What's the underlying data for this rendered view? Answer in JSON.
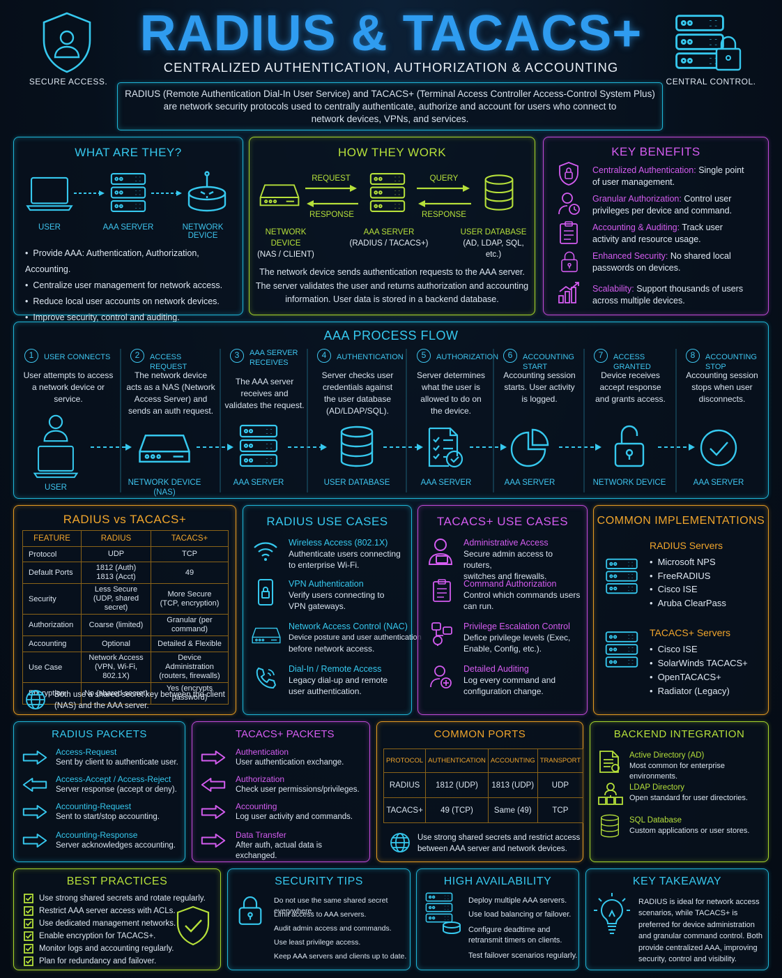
{
  "header": {
    "title": "RADIUS & TACACS+",
    "subtitle": "CENTRALIZED AUTHENTICATION, AUTHORIZATION & ACCOUNTING",
    "left_caption": "SECURE ACCESS.",
    "right_caption": "CENTRAL CONTROL.",
    "intro_line1": "RADIUS (Remote Authentication Dial-In User Service) and TACACS+ (Terminal Access Controller Access-Control System Plus)",
    "intro_line2": "are network security protocols used to centrally authenticate, authorize and account for users who connect to",
    "intro_line3": "network devices, VPNs, and services."
  },
  "what": {
    "title": "WHAT ARE THEY?",
    "labels": [
      "USER",
      "AAA SERVER",
      "NETWORK DEVICE"
    ],
    "bullets": [
      "Provide AAA: Authentication, Authorization, Accounting.",
      "Centralize user management for network access.",
      "Reduce local user accounts on network devices.",
      "Improve security, control and auditing."
    ]
  },
  "how": {
    "title": "HOW THEY WORK",
    "request": "REQUEST",
    "response1": "RESPONSE",
    "query": "QUERY",
    "response2": "RESPONSE",
    "nd": "NETWORK DEVICE",
    "nd_sub": "(NAS / CLIENT)",
    "aaa": "AAA SERVER",
    "aaa_sub": "(RADIUS / TACACS+)",
    "db": "USER DATABASE",
    "db_sub": "(AD, LDAP, SQL, etc.)",
    "desc1": "The network device sends authentication requests to the AAA server.",
    "desc2": "The server validates the user and returns authorization and accounting",
    "desc3": "information. User data is stored in a backend database."
  },
  "benefits": {
    "title": "KEY BENEFITS",
    "items": [
      {
        "h": "Centralized Authentication:",
        "d1": " Single point",
        "d2": "of user management."
      },
      {
        "h": "Granular Authorization:",
        "d1": " Control user",
        "d2": "privileges per device and command."
      },
      {
        "h": "Accounting & Auditing:",
        "d1": " Track user",
        "d2": "activity and resource usage."
      },
      {
        "h": "Enhanced Security:",
        "d1": " No shared local",
        "d2": "passwords on devices."
      },
      {
        "h": "Scalability:",
        "d1": " Support thousands of users",
        "d2": "across multiple devices."
      }
    ]
  },
  "flow": {
    "title": "AAA PROCESS FLOW",
    "steps": [
      {
        "n": "1",
        "h": "USER CONNECTS",
        "h2": "",
        "d": [
          "User attempts to access",
          "a network device or",
          "service."
        ],
        "lbl": "USER",
        "lbl2": ""
      },
      {
        "n": "2",
        "h": "ACCESS REQUEST",
        "h2": "",
        "d": [
          "The network device",
          "acts as a NAS (Network",
          "Access Server) and",
          "sends an auth request."
        ],
        "lbl": "NETWORK DEVICE",
        "lbl2": "(NAS)"
      },
      {
        "n": "3",
        "h": "AAA SERVER",
        "h2": "RECEIVES",
        "d": [
          "The AAA server",
          "receives and",
          "validates the request."
        ],
        "lbl": "AAA SERVER",
        "lbl2": ""
      },
      {
        "n": "4",
        "h": "AUTHENTICATION",
        "h2": "",
        "d": [
          "Server checks user",
          "credentials against",
          "the user database",
          "(AD/LDAP/SQL)."
        ],
        "lbl": "USER DATABASE",
        "lbl2": ""
      },
      {
        "n": "5",
        "h": "AUTHORIZATION",
        "h2": "",
        "d": [
          "Server determines",
          "what the user is",
          "allowed to do on",
          "the device."
        ],
        "lbl": "AAA SERVER",
        "lbl2": ""
      },
      {
        "n": "6",
        "h": "ACCOUNTING START",
        "h2": "",
        "d": [
          "Accounting session",
          "starts. User activity",
          "is logged."
        ],
        "lbl": "AAA SERVER",
        "lbl2": ""
      },
      {
        "n": "7",
        "h": "ACCESS GRANTED",
        "h2": "",
        "d": [
          "Device receives",
          "accept response",
          "and grants access."
        ],
        "lbl": "NETWORK DEVICE",
        "lbl2": ""
      },
      {
        "n": "8",
        "h": "ACCOUNTING STOP",
        "h2": "",
        "d": [
          "Accounting session",
          "stops when user",
          "disconnects."
        ],
        "lbl": "AAA SERVER",
        "lbl2": ""
      }
    ]
  },
  "compare": {
    "title": "RADIUS vs TACACS+",
    "headers": [
      "FEATURE",
      "RADIUS",
      "TACACS+"
    ],
    "rows": [
      [
        "Protocol",
        "UDP",
        "",
        "TCP",
        ""
      ],
      [
        "Default Ports",
        "1812 (Auth)",
        "1813 (Acct)",
        "49",
        ""
      ],
      [
        "Security",
        "Less Secure",
        "(UDP, shared secret)",
        "More Secure",
        "(TCP, encryption)"
      ],
      [
        "Authorization",
        "Coarse (limited)",
        "",
        "Granular (per command)",
        ""
      ],
      [
        "Accounting",
        "Optional",
        "",
        "Detailed & Flexible",
        ""
      ],
      [
        "Use Case",
        "Network Access",
        "(VPN, Wi-Fi, 802.1X)",
        "Device Administration",
        "(routers, firewalls)"
      ],
      [
        "Encryption",
        "No (shared secret)",
        "",
        "Yes (encrypts password)",
        ""
      ]
    ],
    "note1": "Both use a shared secret key between the client",
    "note2": "(NAS) and the AAA server."
  },
  "radius_uc": {
    "title": "RADIUS USE CASES",
    "items": [
      {
        "h": "Wireless Access (802.1X)",
        "d1": "Authenticate users connecting",
        "d2": "to enterprise Wi-Fi."
      },
      {
        "h": "VPN Authentication",
        "d1": "Verify users connecting to",
        "d2": "VPN gateways."
      },
      {
        "h": "Network Access Control (NAC)",
        "d1": "Device posture and user authentication",
        "d2": "before network access."
      },
      {
        "h": "Dial-In / Remote Access",
        "d1": "Legacy dial-up and remote",
        "d2": "user authentication."
      }
    ]
  },
  "tacacs_uc": {
    "title": "TACACS+ USE CASES",
    "items": [
      {
        "h": "Administrative Access",
        "d1": "Secure admin access to routers,",
        "d2": "switches and firewalls."
      },
      {
        "h": "Command Authorization",
        "d1": "Control which commands users",
        "d2": "can run."
      },
      {
        "h": "Privilege Escalation Control",
        "d1": "Defice privilege levels (Exec,",
        "d2": "Enable, Config, etc.)."
      },
      {
        "h": "Detailed Auditing",
        "d1": "Log every command and",
        "d2": "configuration change."
      }
    ]
  },
  "impl": {
    "title": "COMMON IMPLEMENTATIONS",
    "radius_h": "RADIUS Servers",
    "radius": [
      "Microsoft NPS",
      "FreeRADIUS",
      "Cisco ISE",
      "Aruba ClearPass"
    ],
    "tacacs_h": "TACACS+ Servers",
    "tacacs": [
      "Cisco ISE",
      "SolarWinds TACACS+",
      "OpenTACACS+",
      "Radiator (Legacy)"
    ]
  },
  "rpk": {
    "title": "RADIUS PACKETS",
    "items": [
      {
        "h": "Access-Request",
        "d": "Sent by client to authenticate user."
      },
      {
        "h": "Access-Accept / Access-Reject",
        "d": "Server response (accept or deny)."
      },
      {
        "h": "Accounting-Request",
        "d": "Sent to start/stop accounting."
      },
      {
        "h": "Accounting-Response",
        "d": "Server acknowledges accounting."
      }
    ]
  },
  "tpk": {
    "title": "TACACS+ PACKETS",
    "items": [
      {
        "h": "Authentication",
        "d": "User authentication exchange."
      },
      {
        "h": "Authorization",
        "d": "Check user permissions/privileges."
      },
      {
        "h": "Accounting",
        "d": "Log user activity and commands."
      },
      {
        "h": "Data Transfer",
        "d": "After auth, actual data is exchanged."
      }
    ]
  },
  "ports": {
    "title": "COMMON PORTS",
    "headers": [
      "PROTOCOL",
      "AUTHENTICATION",
      "ACCOUNTING",
      "TRANSPORT"
    ],
    "rows": [
      [
        "RADIUS",
        "1812 (UDP)",
        "1813 (UDP)",
        "UDP"
      ],
      [
        "TACACS+",
        "49 (TCP)",
        "Same (49)",
        "TCP"
      ]
    ],
    "note1": "Use strong shared secrets and restrict access",
    "note2": "between AAA server and network devices."
  },
  "backend": {
    "title": "BACKEND INTEGRATION",
    "items": [
      {
        "h": "Active Directory (AD)",
        "d": "Most common for enterprise environments."
      },
      {
        "h": "LDAP Directory",
        "d": "Open standard for user directories."
      },
      {
        "h": "SQL Database",
        "d": "Custom applications or user stores."
      }
    ]
  },
  "best": {
    "title": "BEST PRACTICES",
    "items": [
      "Use strong shared secrets and rotate regularly.",
      "Restrict AAA server access with ACLs.",
      "Use dedicated management networks.",
      "Enable encryption for TACACS+.",
      "Monitor logs and accounting regularly.",
      "Plan for redundancy and failover."
    ]
  },
  "tips": {
    "title": "SECURITY TIPS",
    "items": [
      "Do not use the same shared secret everywhere.",
      "Limit access to AAA servers.",
      "Audit admin access and commands.",
      "Use least privilege access.",
      "Keep AAA servers and clients up to date."
    ]
  },
  "ha": {
    "title": "HIGH AVAILABILITY",
    "items": [
      "Deploy multiple AAA servers.",
      "Use load balancing or failover.",
      "Configure deadtime and",
      "retransmit timers on clients.",
      "Test failover scenarios regularly."
    ]
  },
  "takeaway": {
    "title": "KEY TAKEAWAY",
    "lines": [
      "RADIUS is ideal for network access",
      "scenarios, while TACACS+ is",
      "preferred for device administration",
      "and granular command control. Both",
      "provide centralized AAA, improving",
      "security, control and visibility."
    ]
  },
  "colors": {
    "cyan": "#36c8ee",
    "lime": "#b6e03a",
    "magenta": "#d45cf0",
    "orange": "#f0a52c",
    "background": "#06101c"
  },
  "icons": [
    "shield-user-icon",
    "server-lock-icon",
    "laptop-icon",
    "server-icon",
    "router-icon",
    "database-icon",
    "user-icon",
    "clipboard-icon",
    "lock-icon",
    "chart-icon",
    "wifi-icon",
    "phone-lock-icon",
    "phone-icon",
    "admin-icon",
    "key-icon",
    "globe-icon",
    "arrow-right-icon",
    "arrow-left-icon",
    "check-icon",
    "lightbulb-icon",
    "unlock-icon",
    "pie-icon",
    "checklist-icon",
    "folder-icon",
    "users-icon"
  ]
}
